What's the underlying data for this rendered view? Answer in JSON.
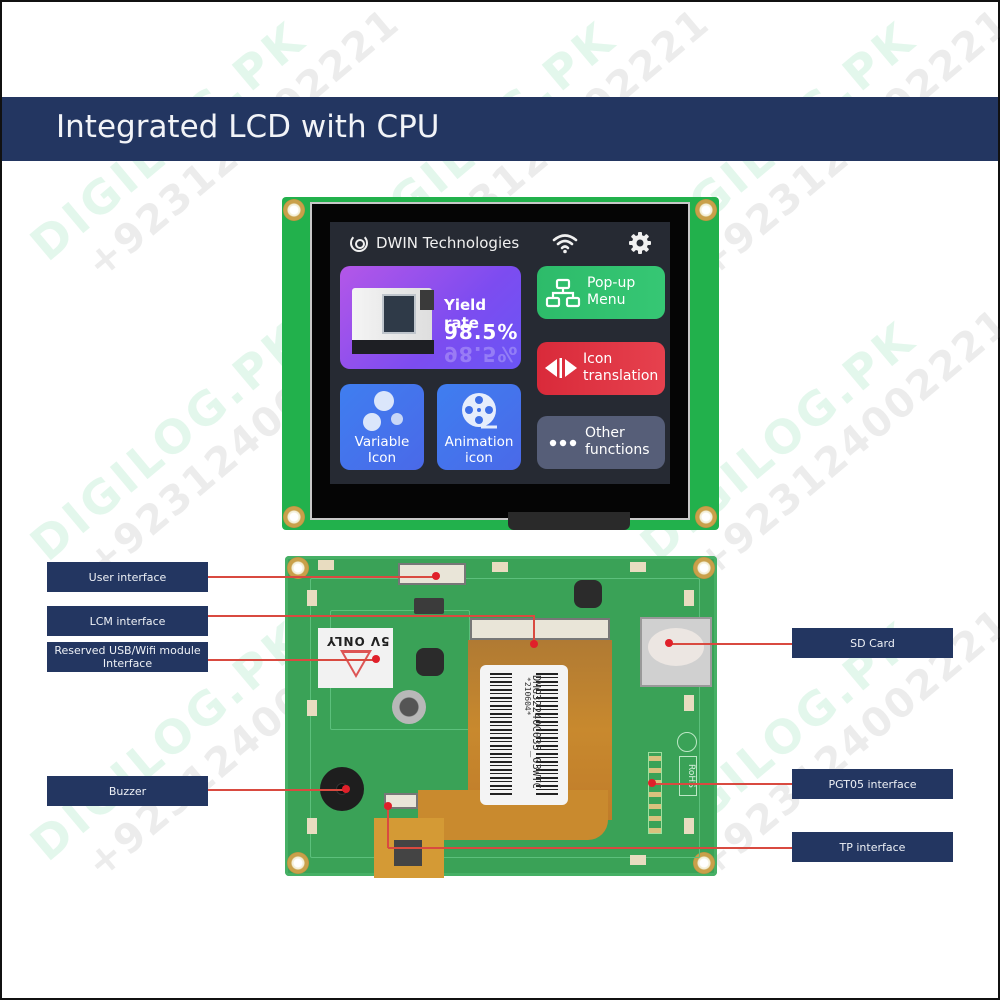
{
  "header": {
    "title": "Integrated LCD with CPU",
    "background_color": "#233661"
  },
  "watermark": {
    "brand": "DIGILOG.PK",
    "phone": "+923124002221"
  },
  "screen": {
    "brand_name": "DWIN Technologies",
    "icons": [
      "dwin-logo-icon",
      "wifi-icon",
      "gear-icon"
    ],
    "tiles": {
      "yield": {
        "label": "Yield rate",
        "value": "98.5%"
      },
      "popup": {
        "line1": "Pop-up",
        "line2": "Menu"
      },
      "icon_translation": {
        "line1": "Icon",
        "line2": "translation"
      },
      "variable_icon": {
        "line1": "Variable",
        "line2": "Icon"
      },
      "animation_icon": {
        "line1": "Animation",
        "line2": "icon"
      },
      "other": {
        "line1": "Other",
        "line2": "functions"
      }
    }
  },
  "pcb": {
    "sticker_5v": "5V ONLY",
    "barcode_model": "DMG32240C035_03WTC",
    "barcode_date": "*210604*",
    "rohs": "RoHS"
  },
  "callouts": {
    "left": [
      {
        "label": "User interface"
      },
      {
        "label": "LCM interface"
      },
      {
        "label": "Reserved USB/Wifi module Interface"
      },
      {
        "label": "Buzzer"
      }
    ],
    "right": [
      {
        "label": "SD Card"
      },
      {
        "label": "PGT05 interface"
      },
      {
        "label": "TP interface"
      }
    ],
    "box_color": "#233661",
    "line_color": "#d94a40"
  }
}
